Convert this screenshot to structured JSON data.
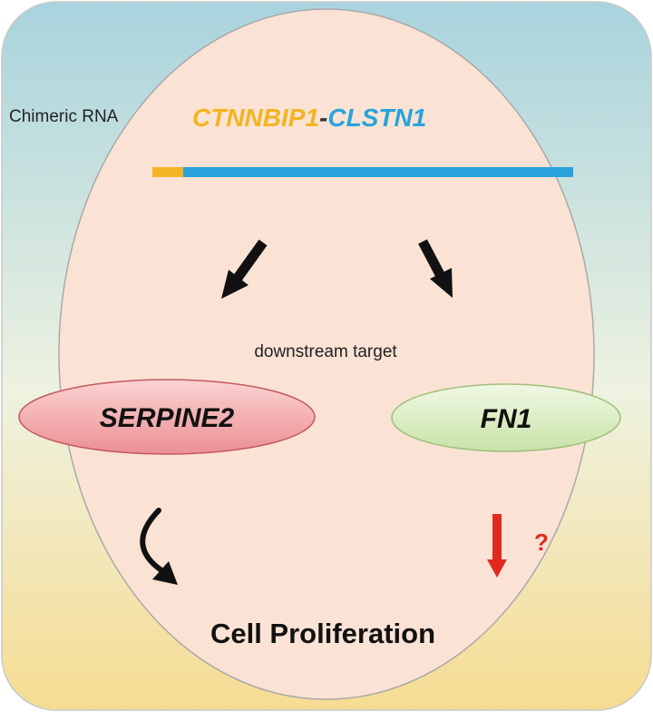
{
  "chimeric_label": "Chimeric RNA",
  "fusion": {
    "gene5": "CTNNBIP1",
    "separator": "-",
    "gene3": "CLSTN1"
  },
  "downstream_label": "downstream target",
  "targets": {
    "left": "SERPINE2",
    "right": "FN1"
  },
  "question_mark": "?",
  "outcome": "Cell Proliferation",
  "colors": {
    "gene5": "#f2b422",
    "gene3": "#29a3dc",
    "serpine2_fill": "#f2a9ac",
    "fn1_fill": "#daeec4",
    "cell_fill": "#fae3d4",
    "inhibit_arrow": "#e02a1e"
  }
}
